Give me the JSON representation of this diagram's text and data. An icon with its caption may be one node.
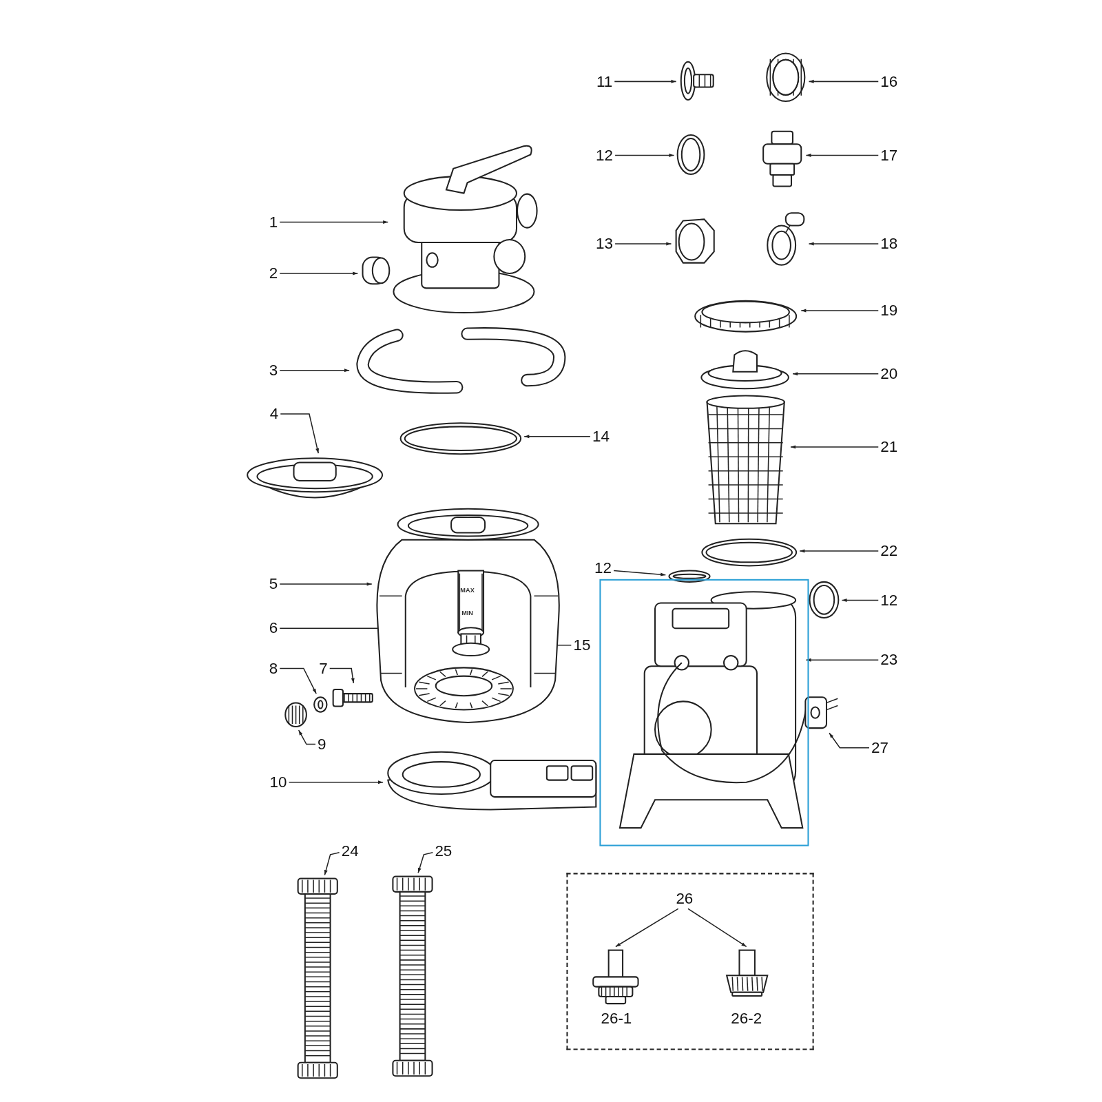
{
  "diagram": {
    "nodes": [
      {
        "text": [
          "11"
        ]
      },
      {
        "text": [],
        "shape": "picture"
      },
      {
        "text": [],
        "shape": "picture"
      },
      {
        "text": [
          "16"
        ]
      },
      {
        "text": [
          "12"
        ]
      },
      {
        "text": [],
        "shape": "picture"
      },
      {
        "text": [],
        "shape": "picture"
      },
      {
        "text": [
          "17"
        ]
      },
      {
        "text": [
          "1"
        ]
      },
      {
        "text": [],
        "shape": "picture"
      },
      {
        "text": [
          "13"
        ]
      },
      {
        "text": [],
        "shape": "picture"
      },
      {
        "text": [],
        "shape": "picture"
      },
      {
        "text": [
          "18"
        ]
      },
      {
        "text": [
          "2"
        ]
      },
      {
        "text": [],
        "shape": "picture"
      },
      {
        "text": [],
        "shape": "picture"
      },
      {
        "text": [
          "19"
        ]
      },
      {
        "text": [
          "3"
        ]
      },
      {
        "text": [],
        "shape": "picture"
      },
      {
        "text": [],
        "shape": "picture"
      },
      {
        "text": [
          "20"
        ]
      },
      {
        "text": [
          "4"
        ]
      },
      {
        "text": [],
        "shape": "picture"
      },
      {
        "text": [],
        "shape": "picture"
      },
      {
        "text": [
          "14"
        ]
      },
      {
        "text": [],
        "shape": "picture"
      },
      {
        "text": [
          "21"
        ]
      },
      {
        "text": [
          "5"
        ]
      },
      {
        "text": [],
        "shape": "picture"
      },
      {
        "text": [],
        "shape": "picture"
      },
      {
        "text": [
          "22"
        ]
      },
      {
        "text": [
          "12"
        ]
      },
      {
        "text": [],
        "shape": "picture"
      },
      {
        "text": [],
        "shape": "picture"
      },
      {
        "text": [
          "12"
        ]
      },
      {
        "text": [
          "6"
        ]
      },
      {
        "text": [],
        "shape": "picture",
        "in": 29
      },
      {
        "text": [],
        "shape": "picture"
      },
      {
        "text": [
          "23"
        ]
      },
      {
        "text": [
          "15"
        ]
      },
      {
        "text": [],
        "shape": "picture",
        "in": 29
      },
      {
        "text": [
          "8"
        ]
      },
      {
        "text": [],
        "shape": "picture"
      },
      {
        "text": [
          "7"
        ]
      },
      {
        "text": [],
        "shape": "picture"
      },
      {
        "text": [],
        "shape": "picture"
      },
      {
        "text": [
          "27"
        ]
      },
      {
        "text": [
          "9"
        ]
      },
      {
        "text": [],
        "shape": "picture"
      },
      {
        "text": [
          "10"
        ]
      },
      {
        "text": [],
        "shape": "picture"
      },
      {
        "text": [
          "24"
        ]
      },
      {
        "text": [],
        "shape": "picture"
      },
      {
        "text": [
          "25"
        ]
      },
      {
        "text": [],
        "shape": "picture"
      },
      {
        "text": [],
        "shape": "box"
      },
      {
        "text": [
          "26"
        ],
        "in": 56
      },
      {
        "text": [],
        "shape": "picture",
        "in": 56,
        "beside": [
          "26-1"
        ]
      },
      {
        "text": [],
        "shape": "picture",
        "in": 56,
        "beside": [
          "26-2"
        ]
      }
    ],
    "edges": [
      {
        "from": 0,
        "to": 1,
        "arrow": "to"
      },
      {
        "from": 3,
        "to": 2,
        "arrow": "to"
      },
      {
        "from": 4,
        "to": 5,
        "arrow": "to"
      },
      {
        "from": 7,
        "to": 6,
        "arrow": "to"
      },
      {
        "from": 8,
        "to": 9,
        "arrow": "to"
      },
      {
        "from": 10,
        "to": 11,
        "arrow": "to"
      },
      {
        "from": 13,
        "to": 12,
        "arrow": "to"
      },
      {
        "from": 14,
        "to": 15,
        "arrow": "to"
      },
      {
        "from": 17,
        "to": 16,
        "arrow": "to"
      },
      {
        "from": 18,
        "to": 19,
        "arrow": "to"
      },
      {
        "from": 21,
        "to": 20,
        "arrow": "to"
      },
      {
        "from": 22,
        "to": 23,
        "arrow": "to"
      },
      {
        "from": 25,
        "to": 24,
        "arrow": "to"
      },
      {
        "from": 27,
        "to": 26,
        "arrow": "to"
      },
      {
        "from": 28,
        "to": 29,
        "arrow": "to"
      },
      {
        "from": 31,
        "to": 30,
        "arrow": "to"
      },
      {
        "from": 32,
        "to": 33,
        "arrow": "to"
      },
      {
        "from": 35,
        "to": 34,
        "arrow": "to"
      },
      {
        "from": 36,
        "to": 37,
        "arrow": "to"
      },
      {
        "from": 39,
        "to": 38,
        "arrow": "to"
      },
      {
        "from": 40,
        "to": 41,
        "arrow": "to"
      },
      {
        "from": 42,
        "to": 43,
        "arrow": "to"
      },
      {
        "from": 44,
        "to": 45,
        "arrow": "to"
      },
      {
        "from": 47,
        "to": 46,
        "arrow": "to"
      },
      {
        "from": 48,
        "to": 49,
        "arrow": "to"
      },
      {
        "from": 50,
        "to": 51,
        "arrow": "to"
      },
      {
        "from": 52,
        "to": 53,
        "arrow": "to"
      },
      {
        "from": 54,
        "to": 55,
        "arrow": "to"
      },
      {
        "from": 57,
        "to": 58,
        "arrow": "to"
      },
      {
        "from": 57,
        "to": 59,
        "arrow": "to"
      }
    ],
    "labels": [
      "MAX",
      "MIN"
    ]
  }
}
